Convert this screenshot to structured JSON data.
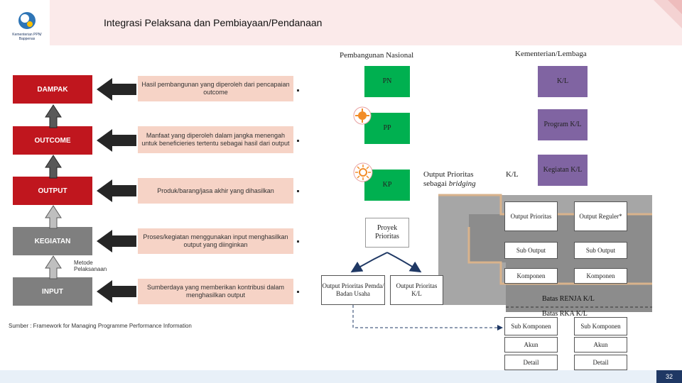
{
  "header": {
    "title": "Integrasi Pelaksana dan Pembiayaan/Pendanaan",
    "logo_text": "Kementerian PPN/ Bappenas",
    "page_number": "32"
  },
  "source_note": "Sumber : Framework for Managing Programme Performance Information",
  "ladder": {
    "levels": [
      {
        "label": "DAMPAK",
        "color": "#c0161e",
        "description": "Hasil pembangunan yang diperoleh dari pencapaian outcome"
      },
      {
        "label": "OUTCOME",
        "color": "#c0161e",
        "description": "Manfaat yang diperoleh dalam jangka menengah untuk beneficieries tertentu sebagai hasil dari output"
      },
      {
        "label": "OUTPUT",
        "color": "#c0161e",
        "description": "Produk/barang/jasa akhir yang dihasilkan"
      },
      {
        "label": "KEGIATAN",
        "color": "#7f7f7f",
        "description": "Proses/kegiatan menggunakan input menghasilkan output yang diinginkan"
      },
      {
        "label": "INPUT",
        "color": "#7f7f7f",
        "description": "Sumberdaya yang memberikan kontribusi dalam menghasilkan output"
      }
    ],
    "metode_label": "Metode Pelaksanaan"
  },
  "diagram": {
    "col_left_title": "Pembangunan Nasional",
    "col_right_title": "Kementerian/Lembaga",
    "pn": "PN",
    "kl": "K/L",
    "pp": "PP",
    "program_kl": "Program K/L",
    "kp": "KP",
    "output_prioritas_note": "Output Prioritas sebagai",
    "bridging": "bridging",
    "kl_mid": "K/L",
    "kegiatan_kl": "Kegiatan K/L",
    "proyek_prioritas": "Proyek Prioritas",
    "output_prioritas_pemda": "Output Prioritas Pemda/ Badan Usaha",
    "output_prioritas_kl": "Output Prioritas K/L",
    "output_prioritas": "Output Prioritas",
    "output_reguler": "Output Reguler*",
    "sub_output_1": "Sub Output",
    "sub_output_2": "Sub Output",
    "komponen_1": "Komponen",
    "komponen_2": "Komponen",
    "batas_renja": "Batas RENJA K/L",
    "batas_rka": "Batas RKA K/L",
    "sub_komponen_1": "Sub Komponen",
    "sub_komponen_2": "Sub Komponen",
    "akun_1": "Akun",
    "akun_2": "Akun",
    "detail_1": "Detail",
    "detail_2": "Detail"
  },
  "colors": {
    "green": "#00b050",
    "purple": "#8064a2",
    "red": "#c0161e",
    "gray": "#7f7f7f",
    "shade": "#a6a6a6",
    "navy": "#1f3864"
  }
}
